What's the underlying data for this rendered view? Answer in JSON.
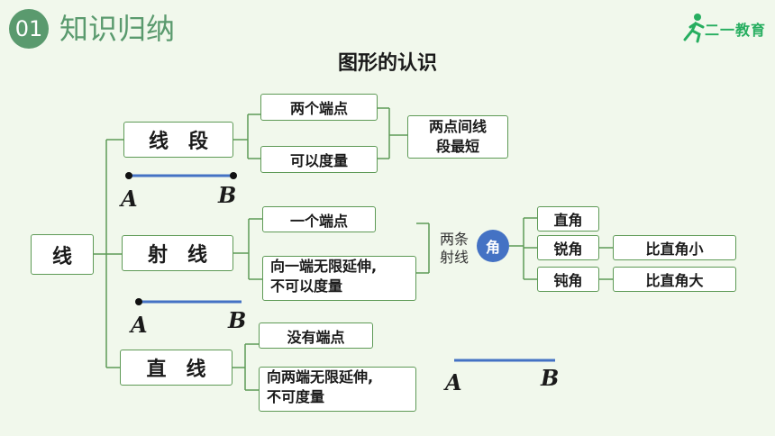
{
  "header": {
    "badge": "01",
    "title": "知识归纳"
  },
  "logo": {
    "text": "二一教育",
    "icon": "running-person-icon"
  },
  "title": "图形的认识",
  "root": "线",
  "segment": {
    "name": "线段",
    "property1": "两个端点",
    "property2": "可以度量",
    "conclusion": "两点间线段最短",
    "conclusion_line1": "两点间线",
    "conclusion_line2": "段最短",
    "point_a": "A",
    "point_b": "B"
  },
  "ray": {
    "name": "射线",
    "property1": "一个端点",
    "property2_line1": "向一端无限延伸,",
    "property2_line2": "不可以度量",
    "point_a": "A",
    "point_b": "B"
  },
  "line": {
    "name": "直线",
    "property1": "没有端点",
    "property2_line1": "向两端无限延伸,",
    "property2_line2": "不可度量",
    "point_a": "A",
    "point_b": "B"
  },
  "angle": {
    "source_line1": "两条",
    "source_line2": "射线",
    "name": "角",
    "types": [
      {
        "name": "直角",
        "note": ""
      },
      {
        "name": "锐角",
        "note": "比直角小"
      },
      {
        "name": "钝角",
        "note": "比直角大"
      }
    ]
  },
  "colors": {
    "accent": "#5a9a6e",
    "border": "#5e9a56",
    "segment_line": "#4472c4",
    "circle": "#4472c4"
  }
}
